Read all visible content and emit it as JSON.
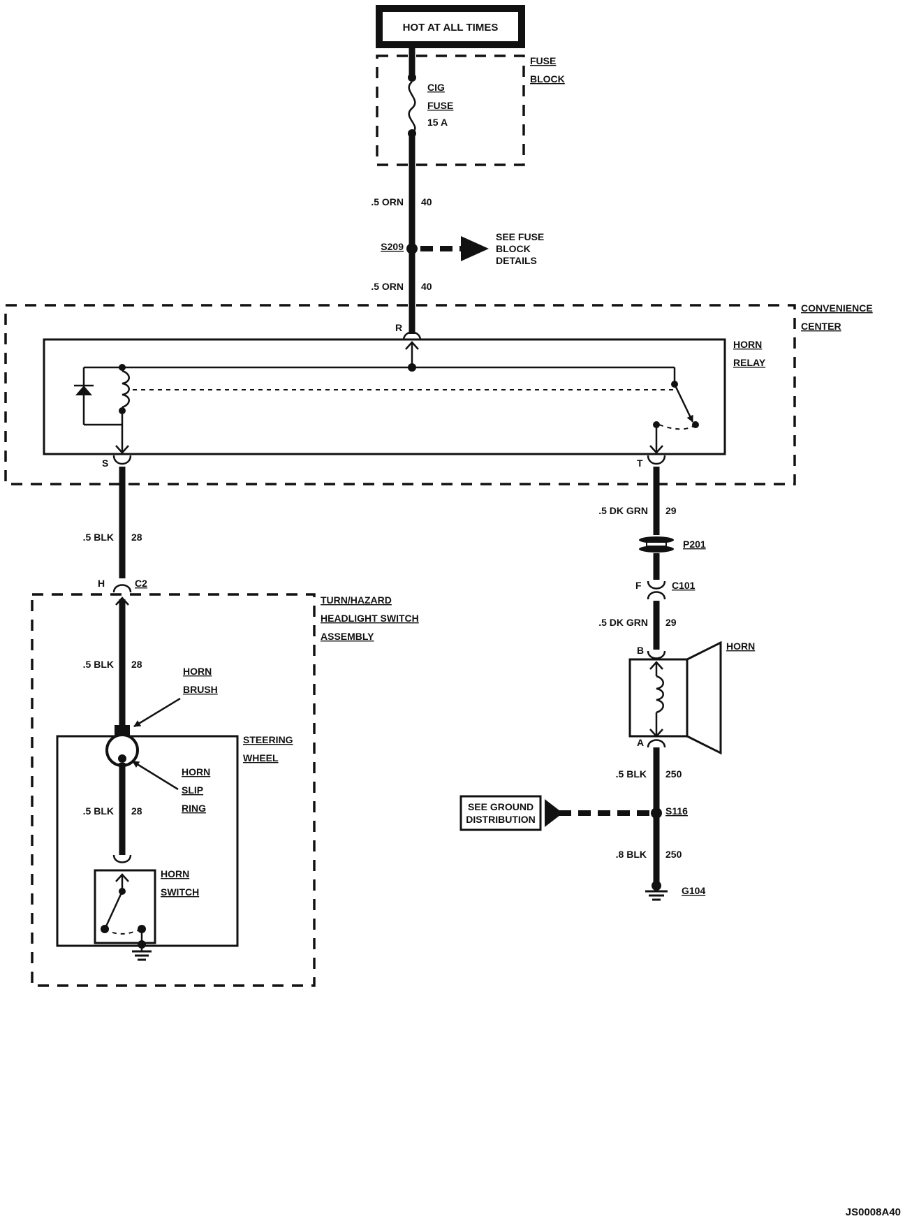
{
  "header": {
    "hot_label": "HOT AT ALL TIMES"
  },
  "fuse_block": {
    "title_line1": "FUSE",
    "title_line2": "BLOCK",
    "fuse_name_line1": "CIG",
    "fuse_name_line2": "FUSE",
    "fuse_rating": "15 A"
  },
  "wires": {
    "orn_top": {
      "gauge": ".5 ORN",
      "circuit": "40"
    },
    "orn_bottom": {
      "gauge": ".5 ORN",
      "circuit": "40"
    },
    "blk_28_a": {
      "gauge": ".5 BLK",
      "circuit": "28"
    },
    "blk_28_b": {
      "gauge": ".5 BLK",
      "circuit": "28"
    },
    "blk_28_c": {
      "gauge": ".5 BLK",
      "circuit": "28"
    },
    "dkgrn_a": {
      "gauge": ".5 DK GRN",
      "circuit": "29"
    },
    "dkgrn_b": {
      "gauge": ".5 DK GRN",
      "circuit": "29"
    },
    "blk_250_a": {
      "gauge": ".5 BLK",
      "circuit": "250"
    },
    "blk_250_b": {
      "gauge": ".8 BLK",
      "circuit": "250"
    }
  },
  "splices": {
    "s209": "S209",
    "s116": "S116",
    "p201": "P201",
    "c101": "C101",
    "c2": "C2",
    "g104": "G104"
  },
  "references": {
    "fuse_details_line1": "SEE FUSE",
    "fuse_details_line2": "BLOCK",
    "fuse_details_line3": "DETAILS",
    "ground_line1": "SEE GROUND",
    "ground_line2": "DISTRIBUTION"
  },
  "convenience_center": {
    "line1": "CONVENIENCE",
    "line2": "CENTER"
  },
  "horn_relay": {
    "line1": "HORN",
    "line2": "RELAY"
  },
  "pins": {
    "r": "R",
    "s": "S",
    "t": "T",
    "h": "H",
    "f": "F",
    "b": "B",
    "a": "A"
  },
  "switch_assembly": {
    "line1": "TURN/HAZARD",
    "line2": "HEADLIGHT SWITCH",
    "line3": "ASSEMBLY"
  },
  "steering_wheel": {
    "line1": "STEERING",
    "line2": "WHEEL",
    "brush_line1": "HORN",
    "brush_line2": "BRUSH",
    "slip_line1": "HORN",
    "slip_line2": "SLIP",
    "slip_line3": "RING",
    "switch_line1": "HORN",
    "switch_line2": "SWITCH"
  },
  "horn": {
    "label": "HORN"
  },
  "footer": {
    "code": "JS0008A40"
  }
}
